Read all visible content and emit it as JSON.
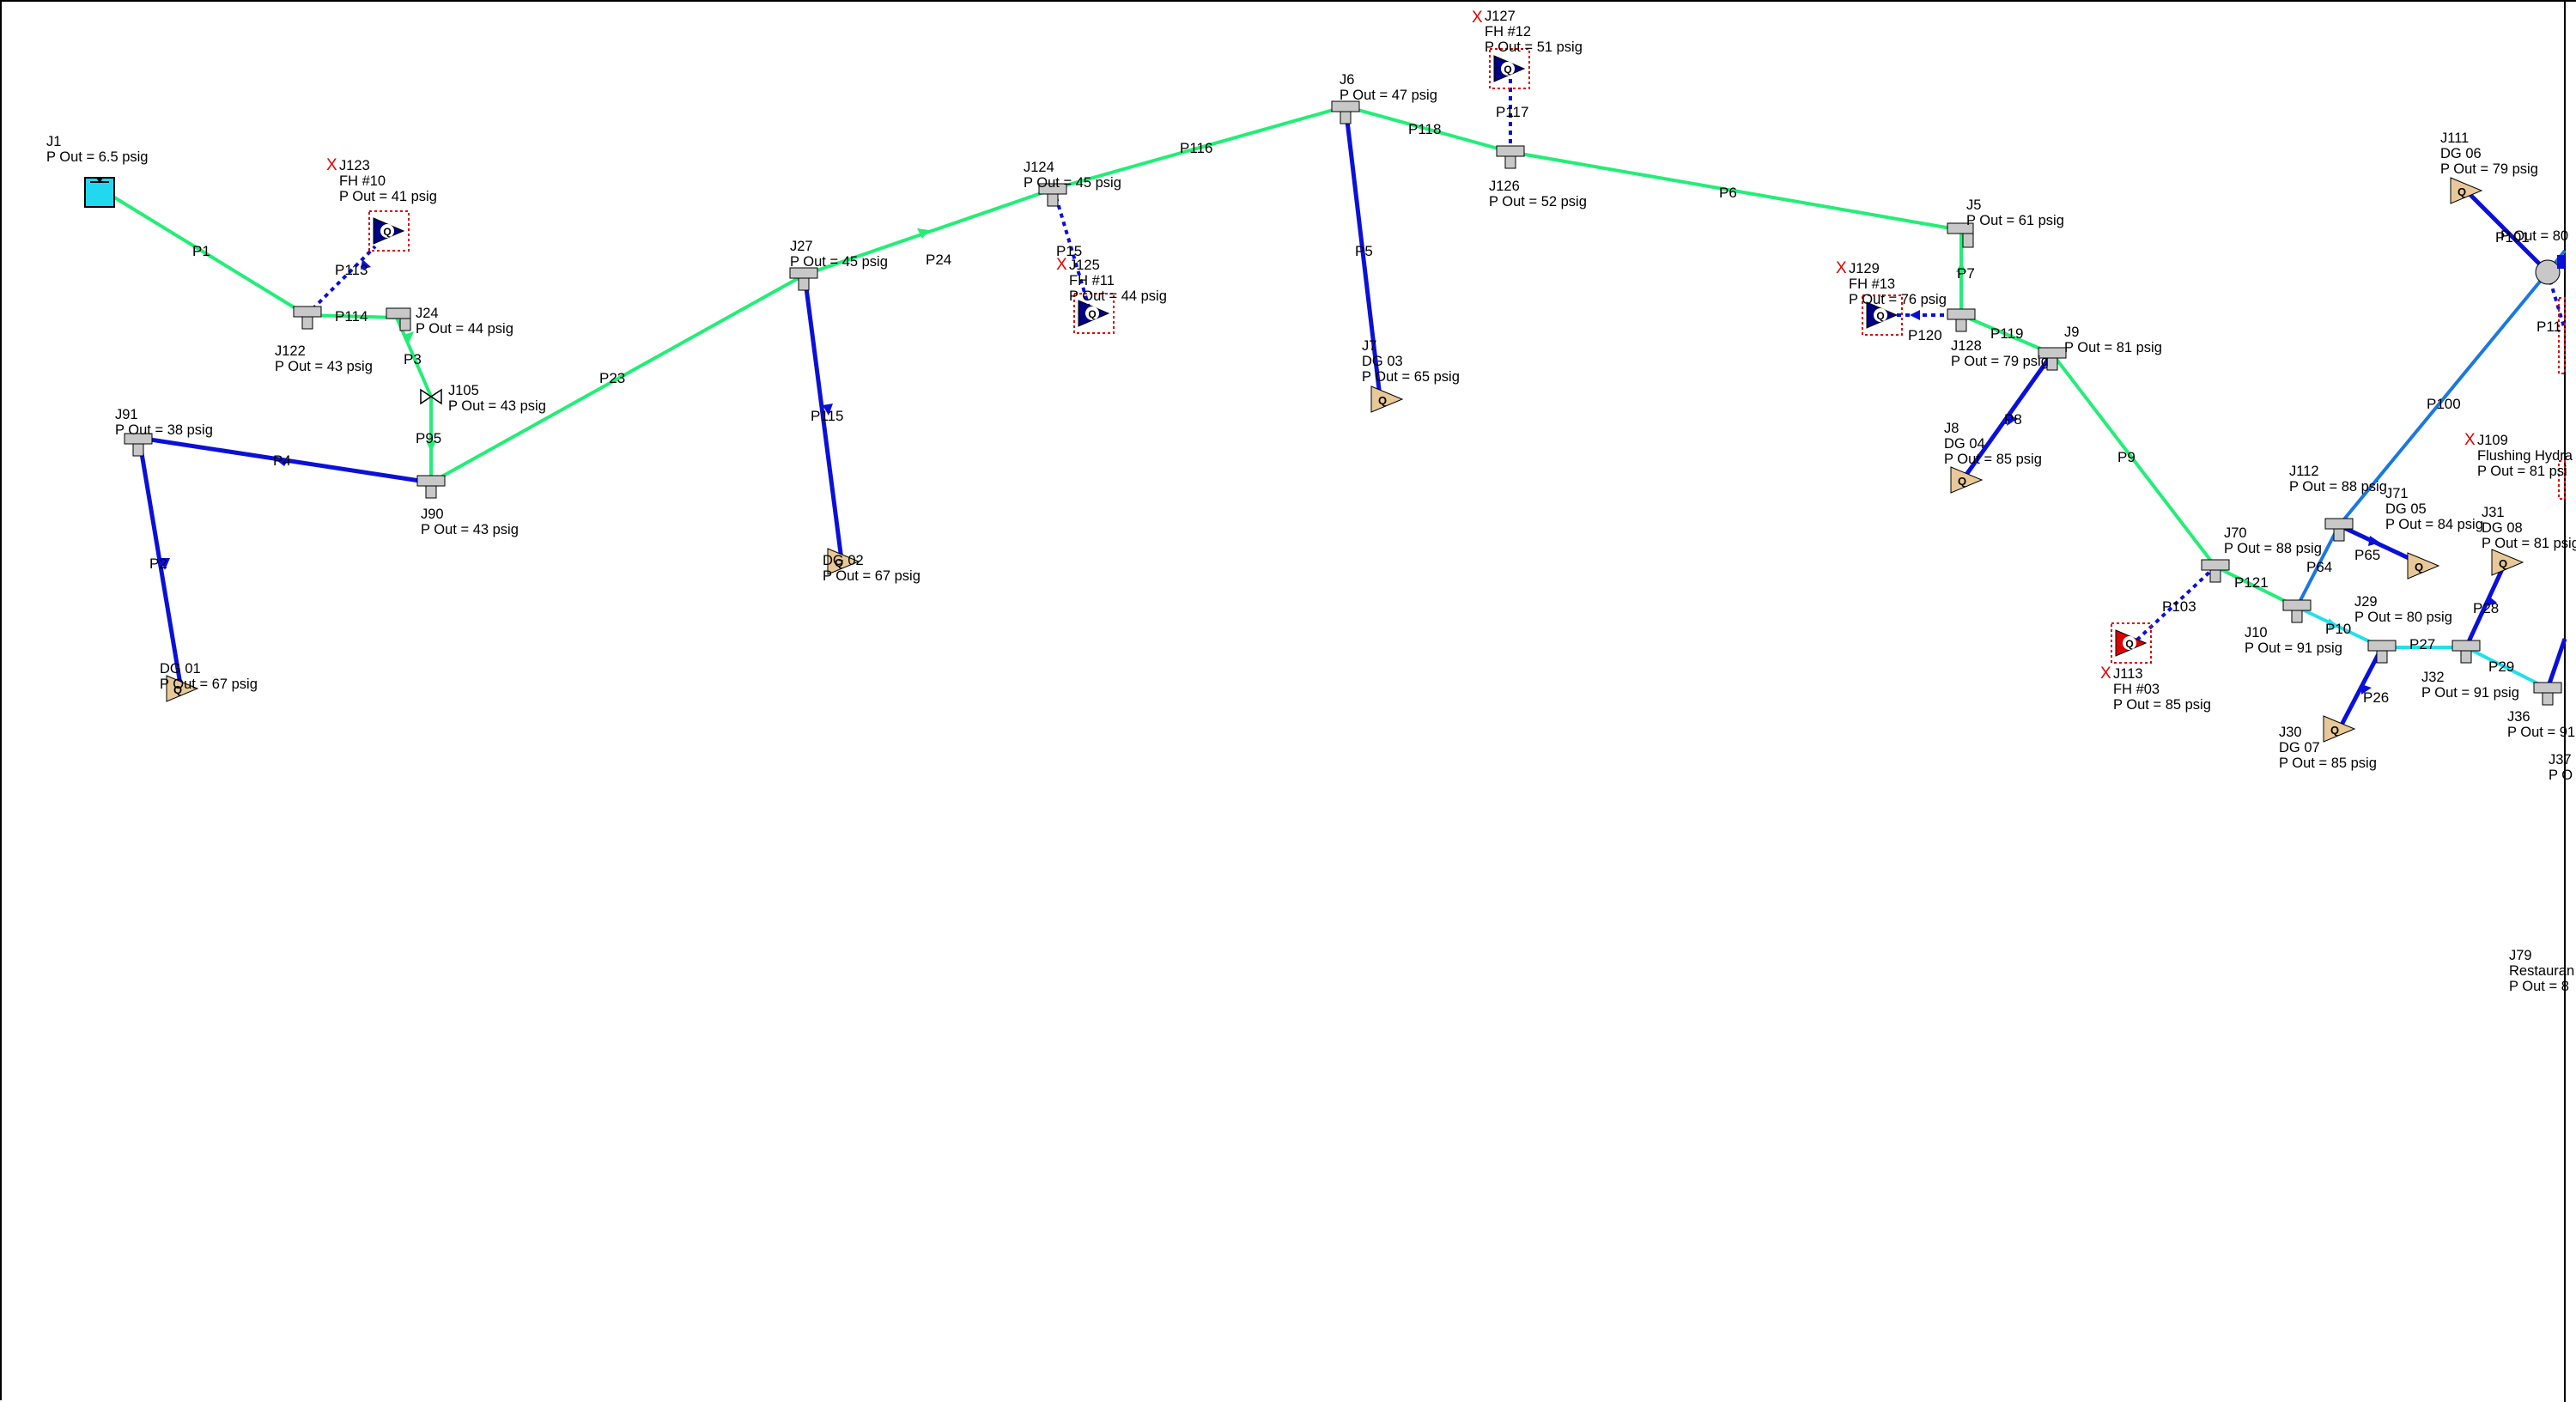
{
  "colors": {
    "pipe_green": "#22ee77",
    "pipe_blue": "#0a10d8",
    "pipe_light_blue": "#1a78e0",
    "pipe_cyan": "#22e0e8",
    "tank": "#22d8f0",
    "valve_fill_navy": "#000080",
    "hydrant_red": "#dd0000",
    "outflow_tan": "#e8c898",
    "junction_gray": "#c8c8c8",
    "selection_red": "#dd0000"
  },
  "junctions": [
    {
      "id": "J1",
      "lines": [
        "J1",
        "P Out = 6.5 psig"
      ],
      "kind": "tank"
    },
    {
      "id": "J123",
      "lines": [
        "J123",
        "FH #10",
        "P Out = 41 psig"
      ],
      "kind": "hydrant",
      "x_mark": "X"
    },
    {
      "id": "J122",
      "lines": [
        "J122",
        "P Out = 43 psig"
      ],
      "kind": "tee"
    },
    {
      "id": "J24",
      "lines": [
        "J24",
        "P Out = 44 psig"
      ],
      "kind": "tee"
    },
    {
      "id": "J105",
      "lines": [
        "J105",
        "P Out = 43 psig"
      ],
      "kind": "valve"
    },
    {
      "id": "J91",
      "lines": [
        "J91",
        "P Out = 38 psig"
      ],
      "kind": "tee"
    },
    {
      "id": "J90",
      "lines": [
        "J90",
        "P Out = 43 psig"
      ],
      "kind": "tee"
    },
    {
      "id": "J2",
      "lines": [
        "DG 01",
        "P Out = 67 psig"
      ],
      "kind": "outflow"
    },
    {
      "id": "J27",
      "lines": [
        "J27",
        "P Out = 45 psig"
      ],
      "kind": "tee"
    },
    {
      "id": "J3",
      "lines": [
        "DG 02",
        "P Out = 67 psig"
      ],
      "kind": "outflow"
    },
    {
      "id": "J124",
      "lines": [
        "J124",
        "P Out = 45 psig"
      ],
      "kind": "tee"
    },
    {
      "id": "J125",
      "lines": [
        "J125",
        "FH #11",
        "P Out = 44 psig"
      ],
      "kind": "hydrant",
      "x_mark": "X"
    },
    {
      "id": "J6",
      "lines": [
        "J6",
        "P Out = 47 psig"
      ],
      "kind": "tee"
    },
    {
      "id": "J7",
      "lines": [
        "J7",
        "DG 03",
        "P Out = 65 psig"
      ],
      "kind": "outflow"
    },
    {
      "id": "J127",
      "lines": [
        "J127",
        "FH #12",
        "P Out = 51 psig"
      ],
      "kind": "hydrant",
      "x_mark": "X"
    },
    {
      "id": "J126",
      "lines": [
        "J126",
        "P Out = 52 psig"
      ],
      "kind": "tee"
    },
    {
      "id": "J5",
      "lines": [
        "J5",
        "P Out = 61 psig"
      ],
      "kind": "elbow"
    },
    {
      "id": "J129",
      "lines": [
        "J129",
        "FH #13",
        "P Out = 76 psig"
      ],
      "kind": "hydrant",
      "x_mark": "X"
    },
    {
      "id": "J128",
      "lines": [
        "J128",
        "P Out = 79 psig"
      ],
      "kind": "tee"
    },
    {
      "id": "J9",
      "lines": [
        "J9",
        "P Out = 81 psig"
      ],
      "kind": "tee"
    },
    {
      "id": "J8",
      "lines": [
        "J8",
        "DG 04",
        "P Out = 85 psig"
      ],
      "kind": "outflow"
    },
    {
      "id": "J70",
      "lines": [
        "J70",
        "P Out = 88 psig"
      ],
      "kind": "tee"
    },
    {
      "id": "J113",
      "lines": [
        "J113",
        "FH #03",
        "P Out = 85 psig"
      ],
      "kind": "hydrant_red",
      "x_mark": "X"
    },
    {
      "id": "J10",
      "lines": [
        "J10",
        "P Out = 91 psig"
      ],
      "kind": "tee"
    },
    {
      "id": "J112",
      "lines": [
        "J112",
        "P Out = 88 psig"
      ],
      "kind": "tee"
    },
    {
      "id": "J71",
      "lines": [
        "J71",
        "DG 05",
        "P Out = 84 psig"
      ],
      "kind": "outflow"
    },
    {
      "id": "J29",
      "lines": [
        "J29",
        "P Out = 80 psig"
      ],
      "kind": "tee"
    },
    {
      "id": "J30",
      "lines": [
        "J30",
        "DG 07",
        "P Out = 85 psig"
      ],
      "kind": "outflow"
    },
    {
      "id": "J32",
      "lines": [
        "J32",
        "P Out = 91 psig"
      ],
      "kind": "tee"
    },
    {
      "id": "J31",
      "lines": [
        "J31",
        "DG 08",
        "P Out = 81 psig"
      ],
      "kind": "outflow"
    },
    {
      "id": "J36",
      "lines": [
        "J36",
        "P Out = 91"
      ],
      "kind": "tee"
    },
    {
      "id": "J37",
      "lines": [
        "J37",
        "P O"
      ],
      "kind": "tee"
    },
    {
      "id": "J111",
      "lines": [
        "J111",
        "DG 06",
        "P Out = 79 psig"
      ],
      "kind": "outflow"
    },
    {
      "id": "J109",
      "lines": [
        "J109",
        "Flushing Hydra",
        "P Out = 81 psi"
      ],
      "kind": "hydrant",
      "x_mark": "X"
    },
    {
      "id": "J79",
      "lines": [
        "J79",
        "Restauran",
        "P Out = 8"
      ],
      "kind": "label_only"
    },
    {
      "id": "J110",
      "lines": [
        "P Out = 80"
      ],
      "kind": "junction_circle"
    }
  ],
  "pipes": [
    {
      "id": "P1",
      "label": "P1",
      "color": "green"
    },
    {
      "id": "P113",
      "label": "P113",
      "color": "blue"
    },
    {
      "id": "P114",
      "label": "P114",
      "color": "green"
    },
    {
      "id": "P3",
      "label": "P3",
      "color": "green"
    },
    {
      "id": "P95",
      "label": "P95",
      "color": "green"
    },
    {
      "id": "P4",
      "label": "P4",
      "color": "blue"
    },
    {
      "id": "P2",
      "label": "P2",
      "color": "blue"
    },
    {
      "id": "P23",
      "label": "P23",
      "color": "green"
    },
    {
      "id": "P24",
      "label": "P24",
      "color": "green"
    },
    {
      "id": "P115",
      "label": "P115",
      "color": "blue"
    },
    {
      "id": "P15",
      "label": "P15",
      "color": "blue"
    },
    {
      "id": "P116",
      "label": "P116",
      "color": "green"
    },
    {
      "id": "P5",
      "label": "P5",
      "color": "blue"
    },
    {
      "id": "P118",
      "label": "P118",
      "color": "green"
    },
    {
      "id": "P117",
      "label": "P117",
      "color": "blue"
    },
    {
      "id": "P6",
      "label": "P6",
      "color": "green"
    },
    {
      "id": "P7",
      "label": "P7",
      "color": "green"
    },
    {
      "id": "P120",
      "label": "P120",
      "color": "blue"
    },
    {
      "id": "P119",
      "label": "P119",
      "color": "green"
    },
    {
      "id": "P8",
      "label": "P8",
      "color": "blue"
    },
    {
      "id": "P9",
      "label": "P9",
      "color": "green"
    },
    {
      "id": "P103",
      "label": "P103",
      "color": "blue"
    },
    {
      "id": "P121",
      "label": "P121",
      "color": "green"
    },
    {
      "id": "P64",
      "label": "P64",
      "color": "light_blue"
    },
    {
      "id": "P65",
      "label": "P65",
      "color": "blue"
    },
    {
      "id": "P10",
      "label": "P10",
      "color": "cyan"
    },
    {
      "id": "P26",
      "label": "P26",
      "color": "blue"
    },
    {
      "id": "P27",
      "label": "P27",
      "color": "cyan"
    },
    {
      "id": "P28",
      "label": "P28",
      "color": "blue"
    },
    {
      "id": "P29",
      "label": "P29",
      "color": "cyan"
    },
    {
      "id": "P100",
      "label": "P100",
      "color": "light_blue"
    },
    {
      "id": "P101",
      "label": "P101",
      "color": "blue"
    },
    {
      "id": "P11",
      "label": "P11",
      "color": "blue"
    }
  ]
}
